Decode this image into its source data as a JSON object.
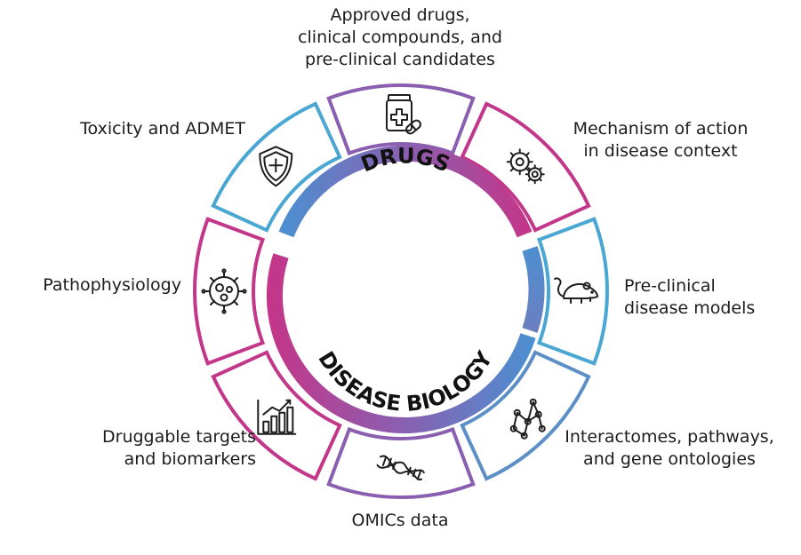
{
  "center": {
    "top_label": "DRUGS",
    "bottom_label": "DISEASE BIOLOGY"
  },
  "segments": [
    {
      "id": "approved-drugs",
      "label": "Approved drugs,\nclinical compounds, and\npre-clinical candidates",
      "icon": "medicine-bottle-icon"
    },
    {
      "id": "mechanism",
      "label": "Mechanism of action\nin disease context",
      "icon": "gears-icon"
    },
    {
      "id": "preclinical-models",
      "label": "Pre-clinical\ndisease models",
      "icon": "mouse-icon"
    },
    {
      "id": "interactomes",
      "label": "Interactomes, pathways,\nand gene ontologies",
      "icon": "network-graph-icon"
    },
    {
      "id": "omics",
      "label": "OMICs data",
      "icon": "dna-icon"
    },
    {
      "id": "druggable-targets",
      "label": "Druggable targets\nand biomarkers",
      "icon": "bar-chart-icon"
    },
    {
      "id": "pathophysiology",
      "label": "Pathophysiology",
      "icon": "virus-icon"
    },
    {
      "id": "toxicity",
      "label": "Toxicity and ADMET",
      "icon": "shield-cross-icon"
    }
  ],
  "colors": {
    "pink": "#c2378a",
    "purple": "#8a5fb0",
    "blue": "#4aa6d2",
    "steel_blue": "#5b8fc6"
  }
}
